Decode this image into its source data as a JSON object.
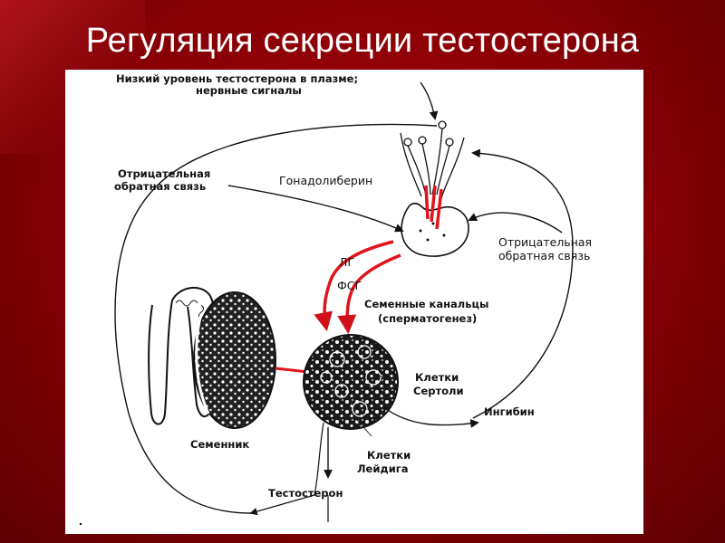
{
  "slide": {
    "title": "Регуляция секреции тестостерона"
  },
  "diagram": {
    "low_level_line1": "Низкий уровень тестостерона в плазме;",
    "low_level_line2": "нервные сигналы",
    "negative_feedback_left_line1": "Отрицательная",
    "negative_feedback_left_line2": "обратная связь",
    "gonadoliberin": "Гонадолиберин",
    "lh": "ЛГ",
    "fsh": "ФСГ",
    "tubules_line1": "Семенные канальцы",
    "tubules_line2": "(сперматогенез)",
    "negative_feedback_right_line1": "Отрицательная",
    "negative_feedback_right_line2": "обратная связь",
    "sertoli_line1": "Клетки",
    "sertoli_line2": "Сертоли",
    "inhibin": "Ингибин",
    "testis": "Семенник",
    "leydig_line1": "Клетки",
    "leydig_line2": "Лейдига",
    "testosterone": "Тестостерон"
  },
  "colors": {
    "background": "#860005",
    "hormone_arrows": "#e0141c",
    "lines": "#111111"
  }
}
